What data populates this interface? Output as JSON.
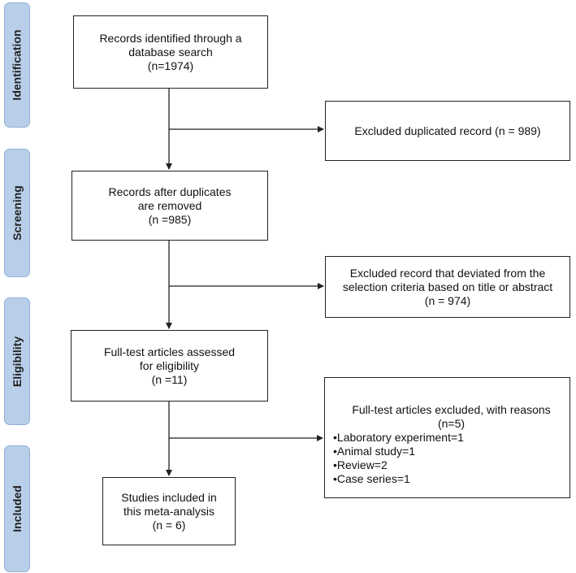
{
  "stages": {
    "identification": "Identification",
    "screening": "Screening",
    "eligibility": "Eligibility",
    "included": "Included"
  },
  "boxes": {
    "identified": {
      "line1": "Records identified through a",
      "line2": "database search",
      "line3": "(n=1974)"
    },
    "duplicates_excluded": {
      "line1": "Excluded duplicated record (n = 989)"
    },
    "after_duplicates": {
      "line1": "Records after duplicates",
      "line2": "are removed",
      "line3": "(n =985)"
    },
    "deviated_excluded": {
      "line1": "Excluded record that deviated from the",
      "line2": "selection criteria based on title or abstract",
      "line3": "(n = 974)"
    },
    "fulltext_assessed": {
      "line1": "Full-test articles assessed",
      "line2": "for eligibility",
      "line3": "(n =11)"
    },
    "fulltext_excluded": {
      "line1": "Full-test articles excluded, with reasons",
      "line2": "(n=5)",
      "reasons": [
        "•Laboratory experiment=1",
        "•Animal study=1",
        "•Review=2",
        "•Case series=1"
      ]
    },
    "included": {
      "line1": "Studies included in",
      "line2": "this meta-analysis",
      "line3": "(n = 6)"
    }
  }
}
